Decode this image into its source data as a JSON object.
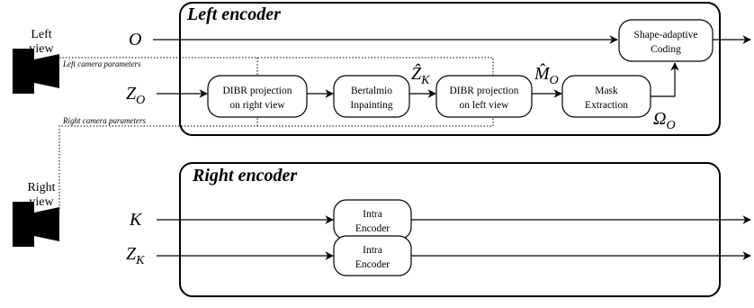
{
  "left_encoder": {
    "title": "Left encoder",
    "blocks": {
      "dibr_right": [
        "DIBR projection",
        "on right view"
      ],
      "bertalmio": [
        "Bertalmio",
        "Inpainting"
      ],
      "dibr_left": [
        "DIBR projection",
        "on left view"
      ],
      "mask": [
        "Mask",
        "Extraction"
      ],
      "shape_coding": [
        "Shape-adaptive",
        "Coding"
      ]
    }
  },
  "right_encoder": {
    "title": "Right encoder",
    "blocks": {
      "intra_1": [
        "Intra",
        "Encoder"
      ],
      "intra_2": [
        "Intra",
        "Encoder"
      ]
    }
  },
  "cameras": {
    "left_view": [
      "Left",
      "view"
    ],
    "right_view": [
      "Right",
      "view"
    ],
    "left_params": "Left camera parameters",
    "right_params": "Right camera parameters"
  },
  "signals": {
    "O": {
      "base": "O",
      "sub": ""
    },
    "ZO": {
      "base": "Z",
      "sub": "O"
    },
    "ZK_hat": {
      "base": "Ẑ",
      "sub": "K"
    },
    "MO_hat": {
      "base": "M̂",
      "sub": "O"
    },
    "OmegaO": {
      "base": "Ω",
      "sub": "O"
    },
    "K": {
      "base": "K",
      "sub": ""
    },
    "ZK": {
      "base": "Z",
      "sub": "K"
    }
  }
}
